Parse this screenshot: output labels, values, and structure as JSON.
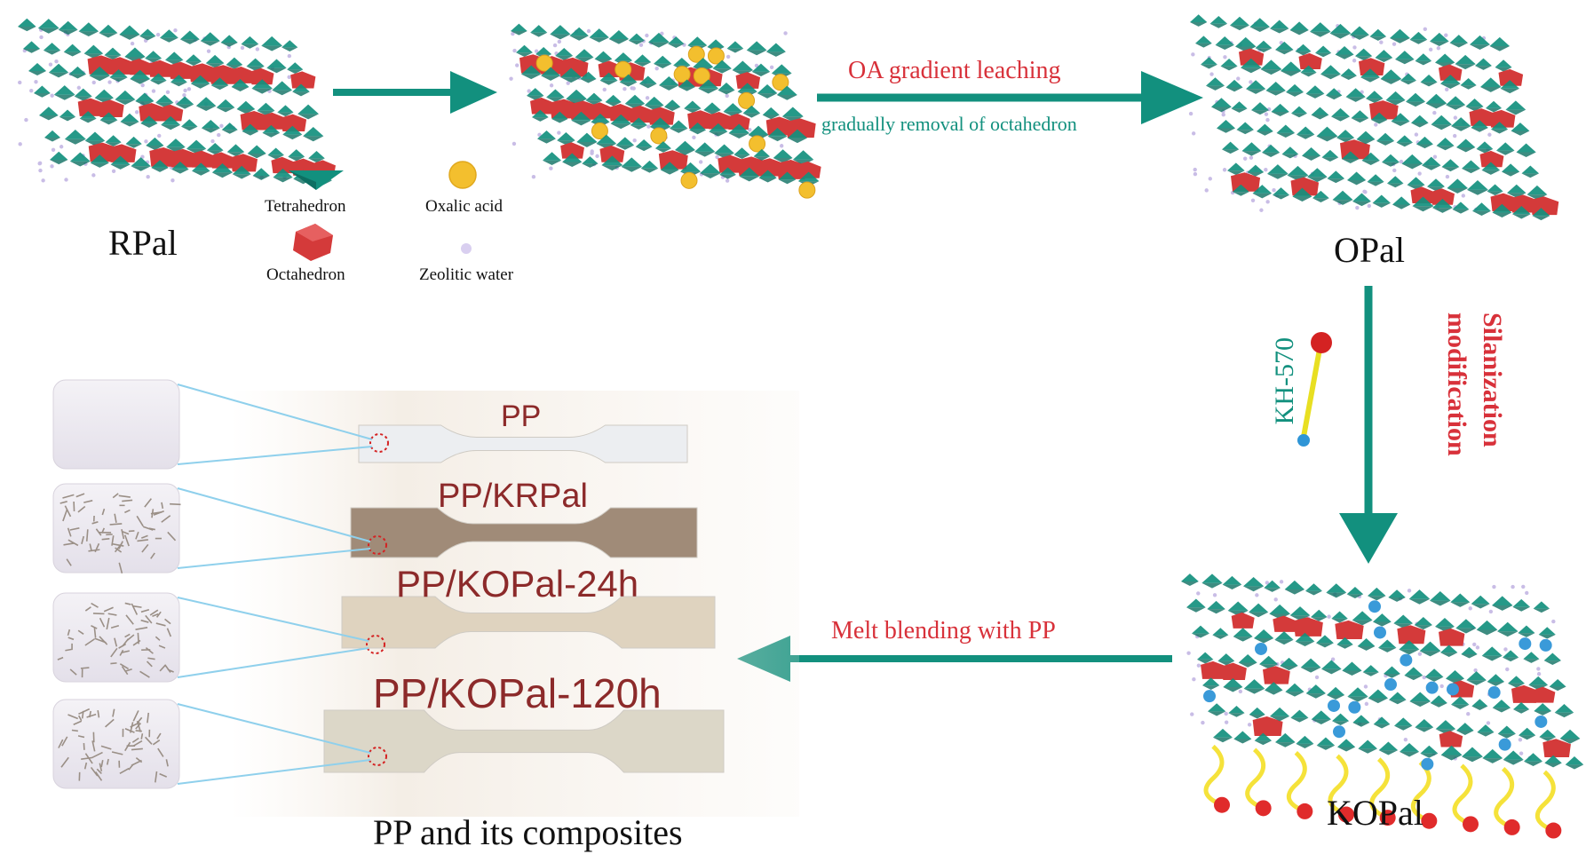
{
  "labels": {
    "rpal": "RPal",
    "opal": "OPal",
    "kopal": "KOPal",
    "composites": "PP and its composites"
  },
  "legend": {
    "tetrahedron": "Tetrahedron",
    "octahedron": "Octahedron",
    "oxalic_acid": "Oxalic acid",
    "zeolitic_water": "Zeolitic water"
  },
  "steps": {
    "leaching": "OA gradient leaching",
    "removal": "gradually removal of  octahedron",
    "silanization_line1": "Silanization",
    "silanization_line2": "modification",
    "kh570": "KH-570",
    "melt": "Melt blending with PP"
  },
  "samples": [
    {
      "label": "PP",
      "bar_color": "#eceef1"
    },
    {
      "label": "PP/KRPal",
      "bar_color": "#a08b78"
    },
    {
      "label": "PP/KOPal-24h",
      "bar_color": "#dfd3bf"
    },
    {
      "label": "PP/KOPal-120h",
      "bar_color": "#dcd7c8"
    }
  ],
  "colors": {
    "teal": "#12907e",
    "red_text": "#d8313a",
    "octahedron_red": "#d43a3a",
    "oxalic_yellow": "#f3bf2e",
    "water_lilac": "#c9bde6",
    "chain_yellow": "#f5e23a",
    "sample_text": "#8c2a2a"
  }
}
